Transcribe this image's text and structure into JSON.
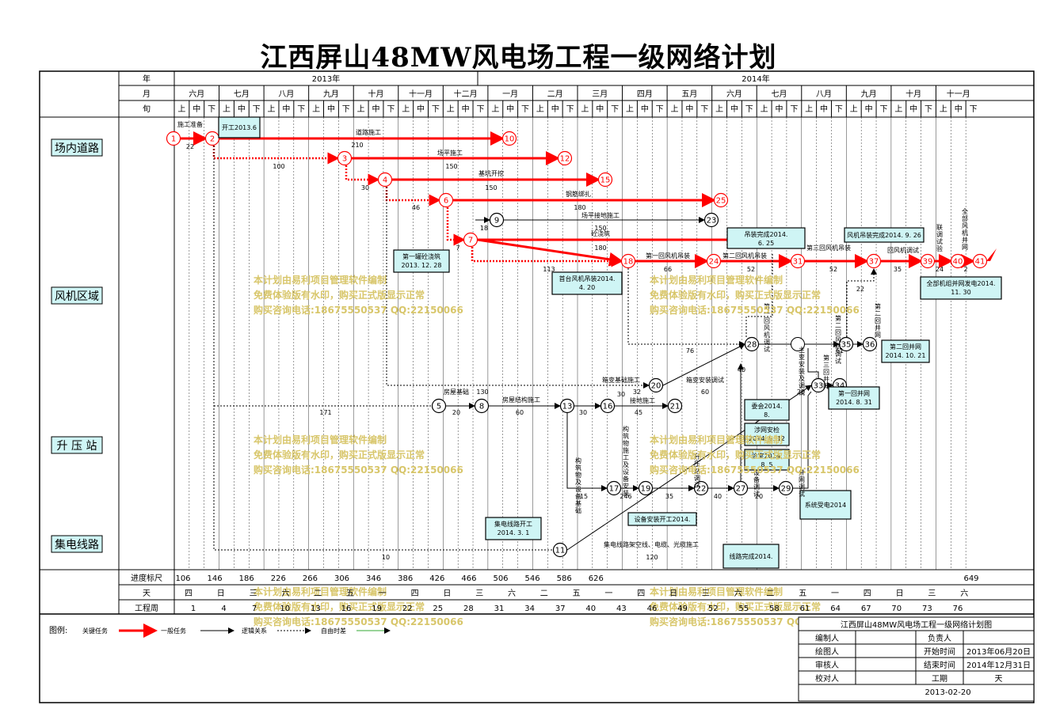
{
  "title": "江西屏山48MW风电场工程一级网络计划",
  "header": {
    "row_labels": [
      "年",
      "月",
      "旬"
    ],
    "years": [
      "2013年",
      "2014年"
    ],
    "months": [
      "六月",
      "七月",
      "八月",
      "九月",
      "十月",
      "十一月",
      "十二月",
      "一月",
      "二月",
      "三月",
      "四月",
      "五月",
      "六月",
      "七月",
      "八月",
      "九月",
      "十月",
      "十一月"
    ],
    "xun": [
      "上",
      "中",
      "下"
    ]
  },
  "lanes": [
    "场内道路",
    "风机区域",
    "升 压 站",
    "集电线路"
  ],
  "nodes": [
    "1",
    "2",
    "3",
    "4",
    "5",
    "6",
    "7",
    "8",
    "9",
    "10",
    "11",
    "12",
    "13",
    "15",
    "16",
    "17",
    "18",
    "19",
    "20",
    "21",
    "22",
    "23",
    "24",
    "25",
    "27",
    "28",
    "29",
    "31",
    "33",
    "34",
    "35",
    "36",
    "37",
    "39",
    "40",
    "41"
  ],
  "tasks": [
    {
      "label": "施工准备",
      "duration": "22"
    },
    {
      "label": "道路施工",
      "duration": "210"
    },
    {
      "label": "场平施工",
      "duration": "150"
    },
    {
      "label": "基坑开挖",
      "duration": "150"
    },
    {
      "label": "钢筋绑扎",
      "duration": "180"
    },
    {
      "label": "场平接地施工",
      "duration": "150"
    },
    {
      "label": "砼浇筑",
      "duration": "180"
    },
    {
      "label": "第一回风机吊装",
      "duration": "66"
    },
    {
      "label": "第二回风机吊装",
      "duration": "52"
    },
    {
      "label": "第三回风机吊装",
      "duration": "52"
    },
    {
      "label": "回风机调试",
      "duration": "35"
    },
    {
      "label": "房屋基础",
      "duration": "20"
    },
    {
      "label": "房屋结构施工",
      "duration": "60"
    },
    {
      "label": "箱变基础施工",
      "duration": "32"
    },
    {
      "label": "箱变安装调试",
      "duration": "60"
    },
    {
      "label": "接地施工",
      "duration": "45"
    },
    {
      "label": "集电线路架空线、电缆、光缆施工",
      "duration": "120"
    }
  ],
  "extra_numbers": [
    "100",
    "30",
    "46",
    "18",
    "7",
    "113",
    "171",
    "130",
    "30",
    "76",
    "22",
    "20",
    "61",
    "24",
    "2",
    "10",
    "35",
    "246",
    "40",
    "20",
    "15",
    "30",
    "40"
  ],
  "callouts": [
    "开工2013.6",
    "第一罐砼浇筑 2013. 12. 28",
    "首台风机吊装2014. 4. 20",
    "吊装完成2014. 6. 25",
    "风机吊装完成2014. 9. 26",
    "全部机组并网发电2014. 11. 30",
    "第二回并网 2014. 10. 21",
    "第一回并网 2014. 8. 31",
    "委会2014. 8.",
    "涉网安检 2014. 8. 12",
    "验室2014. 8. 5",
    "系统受电2014",
    "设备安装开工2014.",
    "集电线路开工 2014. 3. 1",
    "线路完成2014."
  ],
  "vertical_labels": [
    "联调试验",
    "全部风机并网",
    "第一回风机调试",
    "第二回风机调试",
    "第三回井网",
    "第二回井网",
    "主变安装及调试",
    "构筑物及设备基础",
    "构筑物施工及设备安装",
    "升压站调试",
    "设备调试",
    "并网调试"
  ],
  "progress": {
    "label": "进度标尺",
    "ticks": [
      "106",
      "146",
      "186",
      "226",
      "266",
      "306",
      "346",
      "386",
      "426",
      "466",
      "506",
      "546",
      "586",
      "626",
      "649"
    ]
  },
  "day_row": {
    "label": "天",
    "values": [
      "四",
      "日",
      "三",
      "六",
      "二",
      "五",
      "一",
      "四",
      "日",
      "三",
      "六",
      "二",
      "五",
      "一",
      "四",
      "日",
      "三",
      "六",
      "二",
      "五",
      "一",
      "四",
      "日",
      "三",
      "六"
    ]
  },
  "week_row": {
    "label": "工程周",
    "values": [
      "1",
      "4",
      "7",
      "10",
      "13",
      "16",
      "19",
      "22",
      "25",
      "28",
      "31",
      "34",
      "37",
      "40",
      "43",
      "46",
      "49",
      "52",
      "55",
      "58",
      "61",
      "64",
      "67",
      "70",
      "73",
      "76"
    ]
  },
  "legend": {
    "label": "图例:",
    "items": [
      "关键任务",
      "一般任务",
      "逻辑关系",
      "自由时差"
    ]
  },
  "watermark": [
    "本计划由易利项目管理软件编制",
    "免费体验版有水印，购买正式版显示正常",
    "购买咨询电话:18675550537 QQ:22150066"
  ],
  "info_table": {
    "title": "江西屏山48MW风电场工程一级网络计划图",
    "rows": [
      [
        "编制人",
        "",
        "负责人",
        ""
      ],
      [
        "绘图人",
        "",
        "开始时间",
        "2013年06月20日"
      ],
      [
        "审核人",
        "",
        "结束时间",
        "2014年12月31日"
      ],
      [
        "校对人",
        "",
        "工期",
        "天"
      ]
    ],
    "date": "2013-02-20"
  },
  "colors": {
    "critical": "#ff0000",
    "callout_fill": "#cff5f5",
    "lane_fill": "#cff5f5",
    "watermark": "#d8c66a"
  }
}
